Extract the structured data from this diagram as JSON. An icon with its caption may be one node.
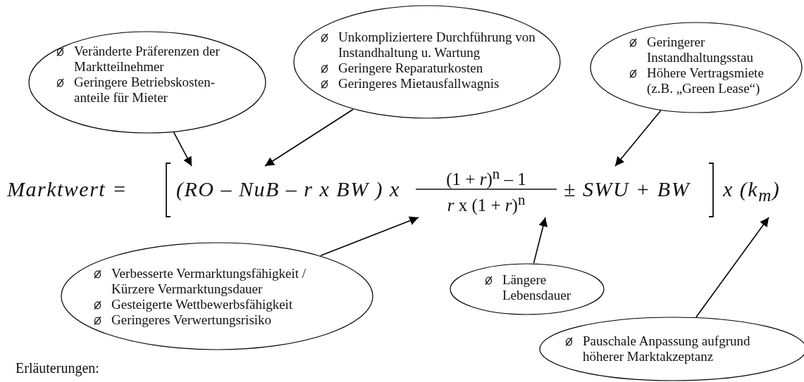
{
  "diagram": {
    "nodes": [
      {
        "text": [
          "Veränderte Präferenzen der Marktteilnehmer",
          "Geringere Betriebskosten-anteile für Mieter"
        ]
      },
      {
        "text": [
          "Unkompliziertere Durchführung von Instandhaltung u. Wartung",
          "Geringere Reparaturkosten",
          "Geringeres Mietausfallwagnis"
        ]
      },
      {
        "text": [
          "Geringerer Instandhaltungsstau",
          "Höhere Vertragsmiete (z.B. „Green Lease“)"
        ]
      },
      {
        "text": [
          "Verbesserte Vermarktungsfähigkeit / Kürzere Vermarktungsdauer",
          "Gesteigerte Wettbewerbsfähigkeit",
          "Geringeres Verwertungsrisiko"
        ]
      },
      {
        "text": [
          "Längere Lebensdauer"
        ]
      },
      {
        "text": [
          "Pauschale Anpassung aufgrund höherer Marktakzeptanz"
        ]
      }
    ],
    "edges": [
      {
        "from": 0,
        "to": null,
        "arrow": "to"
      },
      {
        "from": 1,
        "to": null,
        "arrow": "to"
      },
      {
        "from": 2,
        "to": null,
        "arrow": "to"
      },
      {
        "from": 3,
        "to": null,
        "arrow": "to"
      },
      {
        "from": 4,
        "to": null,
        "arrow": "to"
      },
      {
        "from": 5,
        "to": null,
        "arrow": "to"
      }
    ],
    "labels": [
      "Marktwert =",
      "(RO – NuB – r x BW ) x",
      "(1 + *r*)$^{n}$ – 1",
      "*r* x (1 + *r*)$^{n}$",
      "± SWU + BW",
      "x (k$_{m}$)",
      "Erläuterungen:"
    ]
  }
}
